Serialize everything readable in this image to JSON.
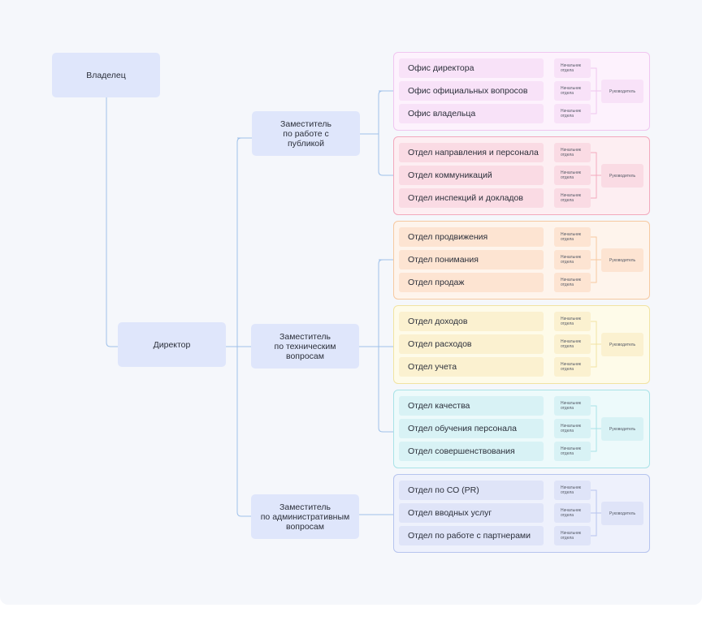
{
  "owner": "Владелец",
  "director": "Директор",
  "deputies": [
    {
      "label": "Заместитель\nпо работе с\nпубликой"
    },
    {
      "label": "Заместитель\nпо техническим\nвопросам"
    },
    {
      "label": "Заместитель\nпо административным\nвопросам"
    }
  ],
  "groups": [
    {
      "colors": {
        "bg": "#fdf2fd",
        "border": "#f0c6f0",
        "cell": "#f8e2f8"
      },
      "departments": [
        "Офис директора",
        "Офис официальных вопросов",
        "Офис владельца"
      ],
      "head_label": "Начальник\nотдела",
      "manager_label": "Руководитель"
    },
    {
      "colors": {
        "bg": "#fdeef2",
        "border": "#f2a9bd",
        "cell": "#fadbe4"
      },
      "departments": [
        "Отдел направления и персонала",
        "Отдел коммуникаций",
        "Отдел инспекций и докладов"
      ],
      "head_label": "Начальник\nотдела",
      "manager_label": "Руководитель"
    },
    {
      "colors": {
        "bg": "#fef4ec",
        "border": "#f6c9a1",
        "cell": "#fde4d2"
      },
      "departments": [
        "Отдел продвижения",
        "Отдел понимания",
        "Отдел продаж"
      ],
      "head_label": "Начальник\nотдела",
      "manager_label": "Руководитель"
    },
    {
      "colors": {
        "bg": "#fefbe9",
        "border": "#f1e3a2",
        "cell": "#fbf1d0"
      },
      "departments": [
        "Отдел доходов",
        "Отдел расходов",
        "Отдел учета"
      ],
      "head_label": "Начальник\nотдела",
      "manager_label": "Руководитель"
    },
    {
      "colors": {
        "bg": "#edfafb",
        "border": "#a9e2e7",
        "cell": "#d8f2f5"
      },
      "departments": [
        "Отдел качества",
        "Отдел обучения персонала",
        "Отдел совершенствования"
      ],
      "head_label": "Начальник\nотдела",
      "manager_label": "Руководитель"
    },
    {
      "colors": {
        "bg": "#eef1fc",
        "border": "#b6c4ee",
        "cell": "#dfe4f8"
      },
      "departments": [
        "Отдел по СО (PR)",
        "Отдел вводных услуг",
        "Отдел по работе с партнерами"
      ],
      "head_label": "Начальник\nотдела",
      "manager_label": "Руководитель"
    }
  ],
  "colors": {
    "node": "#dfe6fb",
    "line": "#9fc1ea",
    "canvas": "#f5f7fb"
  }
}
